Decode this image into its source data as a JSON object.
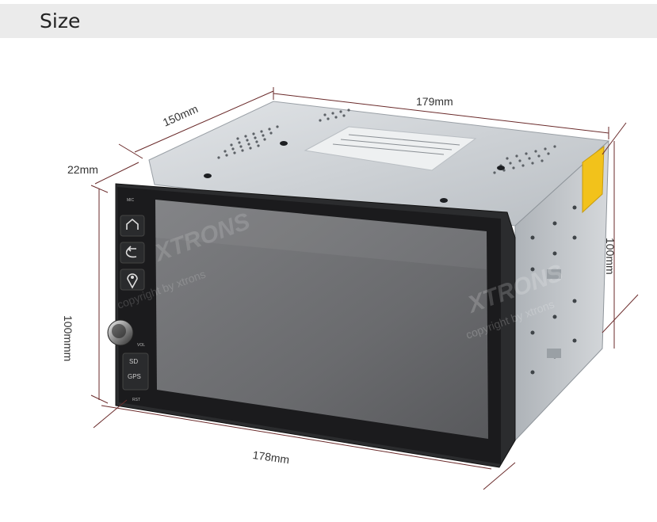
{
  "header": {
    "title": "Size"
  },
  "dimensions": {
    "top_width": "179mm",
    "depth": "150mm",
    "bezel_depth": "22mm",
    "right_height": "100mm",
    "left_height": "100mmm",
    "front_width": "178mm"
  },
  "device": {
    "brand_watermark": "XTRONS",
    "copyright_watermark": "copyright by xtrons",
    "buttons": {
      "mic_label": "MIC",
      "vol_label": "VOL",
      "sd_label": "SD",
      "gps_label": "GPS",
      "rst_label": "RST"
    },
    "icons": [
      "home-icon",
      "back-icon",
      "navigation-icon"
    ]
  },
  "colors": {
    "header_bg": "#ebebeb",
    "chassis": "#c9cdd1",
    "bezel": "#1b1b1d",
    "screen": "#6f7073",
    "dimension_lines": "#6a2a2a",
    "warning_label": "#f2c21b"
  }
}
